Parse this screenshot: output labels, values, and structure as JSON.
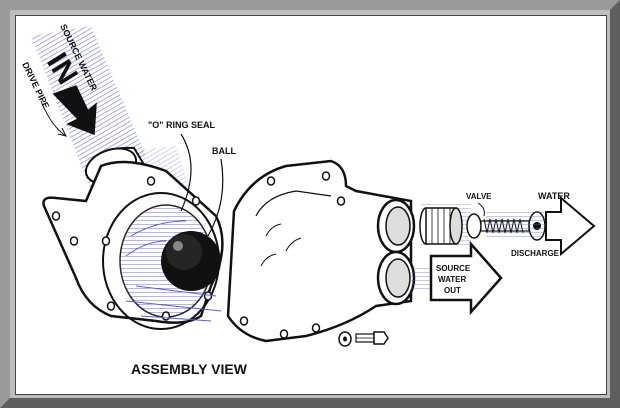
{
  "diagram": {
    "title": "ASSEMBLY VIEW",
    "labels": {
      "source_water": "SOURCE WATER",
      "drive_pipe": "DRIVE PIPE",
      "in": "IN",
      "o_ring_seal": "\"O\" RING SEAL",
      "ball": "BALL",
      "valve": "VALVE",
      "water": "WATER",
      "discharge": "DISCHARGE",
      "source_water_out_1": "SOURCE",
      "source_water_out_2": "WATER",
      "source_water_out_3": "OUT"
    },
    "colors": {
      "flow_hatch": "#5a5fd0",
      "ink": "#111111",
      "paper": "#ffffff"
    }
  }
}
